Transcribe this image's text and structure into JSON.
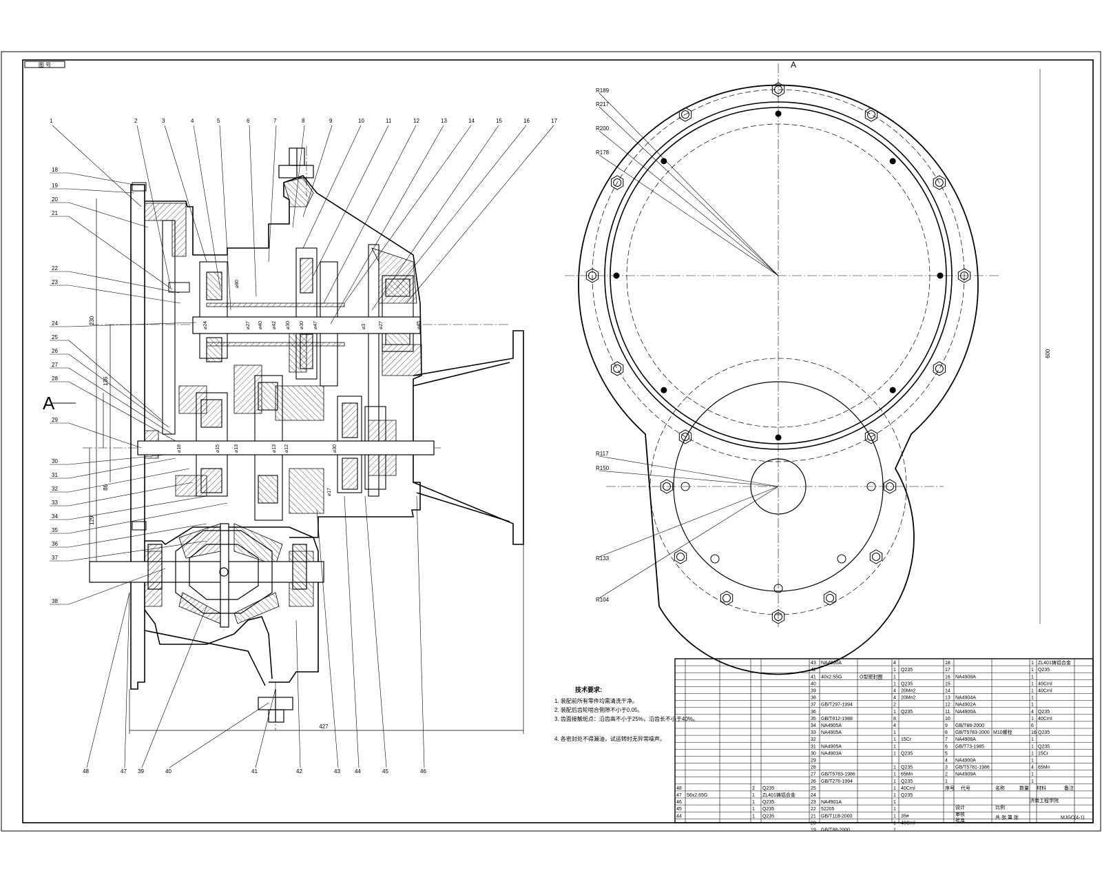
{
  "stamp": "图 号",
  "section_label": "A",
  "section_mark_top": "A",
  "balloons_top": [
    "1",
    "2",
    "3",
    "4",
    "5",
    "6",
    "7",
    "8",
    "9",
    "10",
    "11",
    "12",
    "13",
    "14",
    "15",
    "16",
    "17"
  ],
  "balloons_left": [
    "18",
    "19",
    "20",
    "21",
    "22",
    "23",
    "24",
    "25",
    "26",
    "27",
    "28",
    "29",
    "30",
    "31",
    "32",
    "33",
    "34",
    "35",
    "36",
    "37",
    "38"
  ],
  "balloons_bottom": [
    "48",
    "39",
    "40",
    "41",
    "42",
    "43",
    "44",
    "45",
    "46",
    "47"
  ],
  "shaft_dims_upper": [
    "⌀24",
    "⌀27",
    "⌀40",
    "⌀42",
    "⌀30",
    "⌀30",
    "⌀47",
    "⌀3",
    "⌀27",
    "⌀45"
  ],
  "shaft_dims_lower": [
    "⌀18",
    "⌀15",
    "⌀13",
    "⌀13",
    "⌀12",
    "⌀30",
    "⌀17"
  ],
  "dims_vertical": [
    "230",
    "136",
    "86",
    "129"
  ],
  "dim_overall_width": "427",
  "dim_right_height": "600",
  "dim_small": "⌀80",
  "radii_upper": [
    "R189",
    "R217",
    "R200",
    "R178"
  ],
  "radii_lower": [
    "R117",
    "R150",
    "R133",
    "R104"
  ],
  "tech_title": "技术要求:",
  "tech_notes": [
    "1. 装配前所有零件均需清洗干净。",
    "2. 装配后齿轮啮合侧隙不小于0.05。",
    "3. 齿面接触斑点：沿齿高不小于25%，沿齿长不小于40%。",
    "4. 各密封处不得漏油，试运转时无异常噪声。"
  ],
  "bom_rows": [
    [
      "43",
      "NA4900A",
      "",
      "4",
      ""
    ],
    [
      "42",
      "",
      "",
      "1",
      "Q235"
    ],
    [
      "41",
      "40x2.55G",
      "O型密封圈",
      "1",
      ""
    ],
    [
      "40",
      "",
      "",
      "1",
      "Q235"
    ],
    [
      "39",
      "",
      "",
      "4",
      "20Mn2"
    ],
    [
      "38",
      "",
      "",
      "4",
      "20Mn2"
    ],
    [
      "37",
      "GB/T297-1994",
      "",
      "2",
      ""
    ],
    [
      "36",
      "",
      "",
      "1",
      "Q235"
    ],
    [
      "35",
      "GB/T812-1988",
      "",
      "8",
      ""
    ],
    [
      "34",
      "NA4905A",
      "",
      "4",
      ""
    ],
    [
      "33",
      "NA4905A",
      "",
      "1",
      ""
    ],
    [
      "32",
      "",
      "",
      "1",
      "15Cr"
    ],
    [
      "31",
      "NA4905A",
      "",
      "1",
      ""
    ],
    [
      "30",
      "NA4903A",
      "",
      "1",
      "Q235"
    ],
    [
      "29",
      "",
      "",
      "",
      ""
    ],
    [
      "28",
      "",
      "",
      "1",
      "Q235"
    ],
    [
      "27",
      "GB/T5783-1986",
      "",
      "1",
      "65Mn"
    ],
    [
      "26",
      "GB/T276-1994",
      "",
      "1",
      "Q235"
    ],
    [
      "25",
      "",
      "",
      "1",
      "40Crnl"
    ],
    [
      "24",
      "",
      "",
      "1",
      "Q235"
    ],
    [
      "23",
      "NA4901A",
      "",
      "1",
      ""
    ],
    [
      "22",
      "52205",
      "",
      "1",
      ""
    ],
    [
      "21",
      "GB/T118-2000",
      "",
      "1",
      "35#"
    ],
    [
      "20",
      "",
      "",
      "1",
      "40Crnl"
    ],
    [
      "19",
      "GB/T88-2000",
      "",
      "1",
      ""
    ]
  ],
  "bom_rows_right": [
    [
      "18",
      "",
      "",
      "1",
      "ZL401铸铝合金"
    ],
    [
      "17",
      "",
      "",
      "1",
      "Q235"
    ],
    [
      "16",
      "NA4908A",
      "",
      "1",
      ""
    ],
    [
      "15",
      "",
      "",
      "1",
      "40Crnl"
    ],
    [
      "14",
      "",
      "",
      "1",
      "40Crnl"
    ],
    [
      "13",
      "NA4904A",
      "",
      "1",
      ""
    ],
    [
      "12",
      "NA4902A",
      "",
      "1",
      ""
    ],
    [
      "11",
      "NA4900A",
      "",
      "4",
      "Q235"
    ],
    [
      "10",
      "",
      "",
      "1",
      "40Crnl"
    ],
    [
      "9",
      "GB/T88-2000",
      "",
      "6",
      ""
    ],
    [
      "8",
      "GB/T5783-2000",
      "M10螺栓",
      "16",
      "Q235"
    ],
    [
      "7",
      "NA4908A",
      "",
      "1",
      ""
    ],
    [
      "6",
      "GB/T73-1985",
      "",
      "1",
      "Q235"
    ],
    [
      "5",
      "",
      "",
      "1",
      "15Cr"
    ],
    [
      "4",
      "NA4900A",
      "",
      "1",
      ""
    ],
    [
      "3",
      "GB/T5781-1986",
      "",
      "4",
      "65Mn"
    ],
    [
      "2",
      "NA4909A",
      "",
      "1",
      ""
    ],
    [
      "1",
      "",
      "",
      "1",
      ""
    ]
  ],
  "bom_rows_left": [
    [
      "48",
      "",
      "",
      "2",
      "Q235"
    ],
    [
      "47",
      "56x2.65G",
      "",
      "1",
      "ZL401铸铝合金"
    ],
    [
      "46",
      "",
      "",
      "1",
      "Q235"
    ],
    [
      "45",
      "",
      "",
      "1",
      "Q235"
    ],
    [
      "44",
      "",
      "",
      "1",
      "Q235"
    ]
  ],
  "bom_header": [
    "序号",
    "代号",
    "名称",
    "数量",
    "材料",
    "备注"
  ],
  "title_block": {
    "company": "济南工程学院",
    "drawing_no": "MJGC(4-1)",
    "scale_label": "比例",
    "sheet_label": "共 张 第 张",
    "design": "设计",
    "check": "审核",
    "approve": "批准"
  }
}
